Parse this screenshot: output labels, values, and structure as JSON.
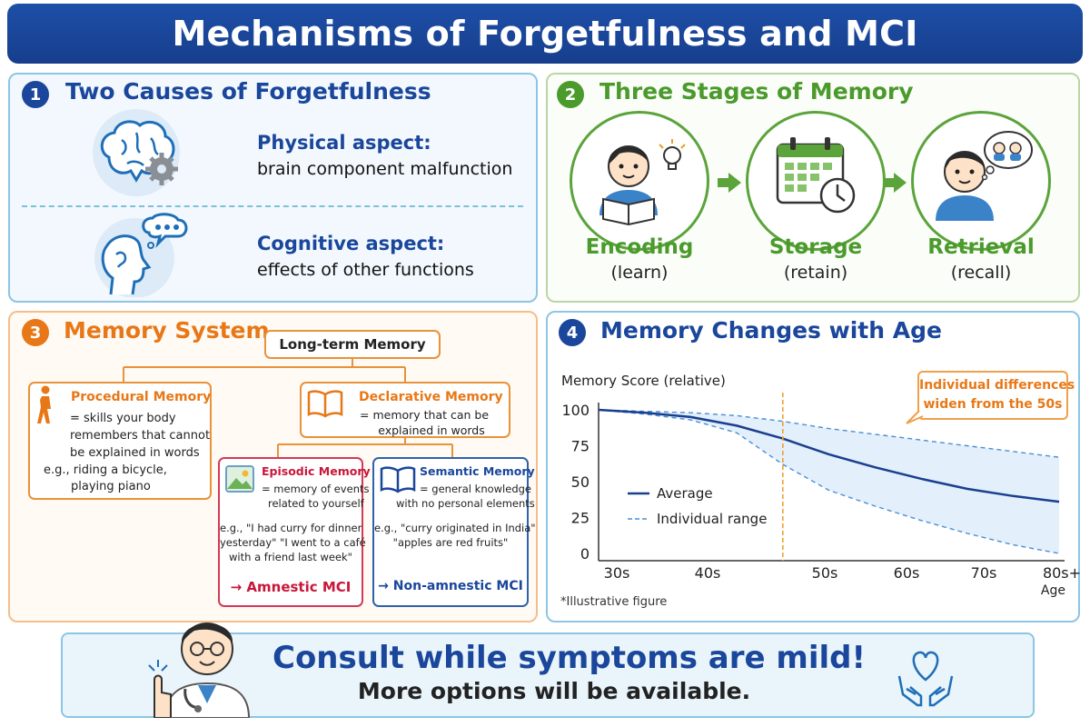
{
  "title": "Mechanisms of Forgetfulness and MCI",
  "colors": {
    "blue": "#1a469b",
    "green": "#4a9a2c",
    "orange": "#e87817",
    "red": "#c8173a",
    "light_blue": "#8cc5e5"
  },
  "section1": {
    "number": "1",
    "title": "Two Causes of Forgetfulness",
    "physical": {
      "label": "Physical aspect:",
      "desc": "brain component malfunction",
      "icon": "brain-gear-icon"
    },
    "cognitive": {
      "label": "Cognitive aspect:",
      "desc": "effects of other functions",
      "icon": "head-thought-icon"
    }
  },
  "section2": {
    "number": "2",
    "title": "Three Stages of Memory",
    "stages": [
      {
        "name": "Encoding",
        "sub": "(learn)",
        "icon": "reading-person-icon"
      },
      {
        "name": "Storage",
        "sub": "(retain)",
        "icon": "calendar-clock-icon"
      },
      {
        "name": "Retrieval",
        "sub": "(recall)",
        "icon": "recalling-person-icon"
      }
    ]
  },
  "section3": {
    "number": "3",
    "title": "Memory System",
    "long_term": "Long-term Memory",
    "procedural": {
      "title": "Procedural Memory",
      "desc_lines": [
        "=  skills your body",
        "remembers that cannot",
        "be explained in words"
      ],
      "example_lines": [
        "e.g., riding a bicycle,",
        "playing piano"
      ],
      "icon": "walking-person-icon"
    },
    "declarative": {
      "title": "Declarative Memory",
      "desc_lines": [
        "=  memory that can be",
        "explained in words"
      ],
      "icon": "open-book-icon"
    },
    "episodic": {
      "title": "Episodic Memory",
      "desc_lines": [
        "= memory of events",
        "related to yourself"
      ],
      "example_lines": [
        "e.g., \"I had curry for dinner",
        "yesterday\"  \"I went to a café",
        "with a friend last week\""
      ],
      "result": "→ Amnestic MCI",
      "icon": "picture-icon"
    },
    "semantic": {
      "title": "Semantic Memory",
      "desc_lines": [
        "= general knowledge",
        "with no personal elements"
      ],
      "example_lines": [
        "e.g.,  \"curry originated in India\"",
        "\"apples are red fruits\""
      ],
      "result": "→ Non-amnestic MCI",
      "icon": "book-icon"
    }
  },
  "section4": {
    "number": "4",
    "title": "Memory Changes with Age",
    "callout": [
      "Individual differences",
      "widen from the 50s"
    ],
    "note": "*Illustrative figure"
  },
  "chart_data": {
    "type": "line",
    "ylabel": "Memory Score (relative)",
    "xlabel": "Age",
    "categories": [
      "30s",
      "40s",
      "50s",
      "60s",
      "70s",
      "80s+"
    ],
    "yticks": [
      0,
      25,
      50,
      75,
      100
    ],
    "ylim": [
      0,
      100
    ],
    "series": [
      {
        "name": "Average",
        "style": "solid",
        "x": [
          30,
          35,
          40,
          45,
          50,
          55,
          60,
          65,
          70,
          75,
          80
        ],
        "y": [
          100,
          98,
          95,
          89,
          80,
          69,
          60,
          52,
          45,
          40,
          36
        ]
      },
      {
        "name": "Individual range",
        "style": "dashed",
        "upper": [
          100,
          99,
          98,
          96,
          92,
          87,
          83,
          79,
          75,
          71,
          67
        ],
        "lower": [
          100,
          97,
          93,
          84,
          62,
          44,
          33,
          23,
          14,
          6,
          0
        ]
      }
    ],
    "marker_x": 50,
    "legend": "bottom-left",
    "grid": false
  },
  "footer": {
    "headline": "Consult while symptoms are mild!",
    "sub": "More options will be available.",
    "left_icon": "doctor-icon",
    "right_icon": "heart-hands-icon"
  }
}
